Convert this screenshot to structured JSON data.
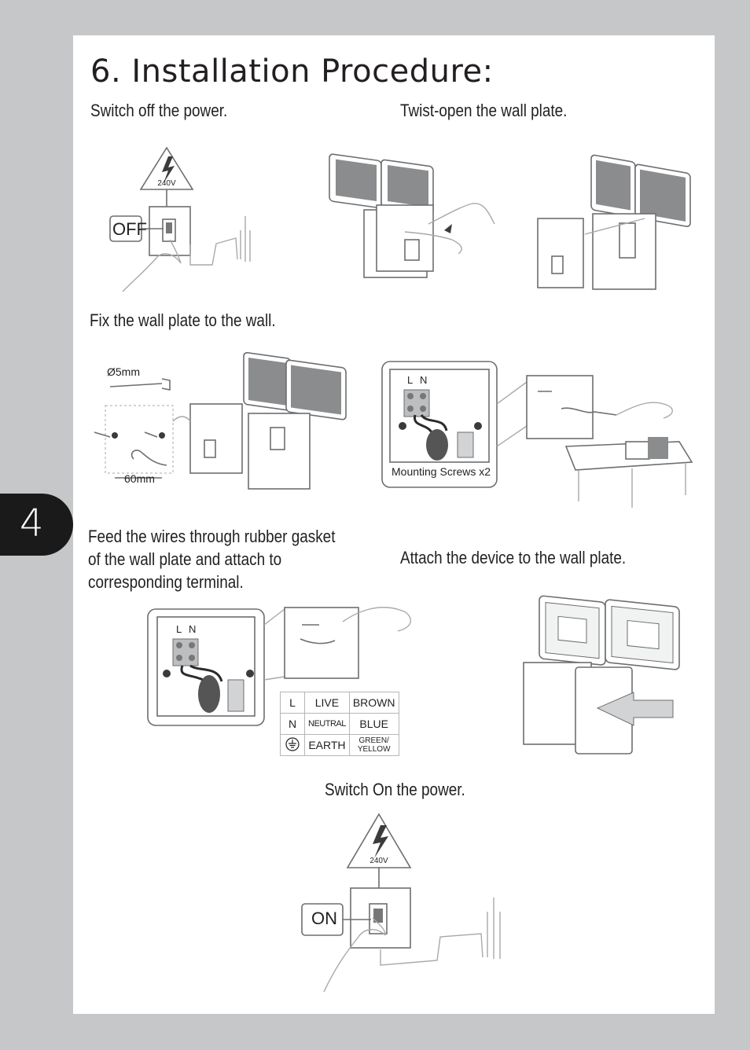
{
  "page": {
    "title": "6. Installation Procedure:",
    "page_number": "4"
  },
  "steps": {
    "switch_off": "Switch off the power.",
    "twist_open": "Twist-open the wall plate.",
    "fix_plate": "Fix the wall plate to the wall.",
    "feed_wires": [
      "Feed the wires through rubber gasket",
      "of the wall plate and attach to",
      "corresponding terminal."
    ],
    "attach_device": "Attach the device to the wall plate.",
    "switch_on": "Switch On the power."
  },
  "labels": {
    "voltage": "240V",
    "off": "OFF",
    "on": "ON",
    "drill_size": "Ø5mm",
    "hole_spacing": "60mm",
    "terminal_l": "L",
    "terminal_n": "N",
    "mounting_screws": "Mounting Screws x2"
  },
  "wiring_table": [
    {
      "terminal": "L",
      "name": "LIVE",
      "colour": "BROWN"
    },
    {
      "terminal": "N",
      "name": "NEUTRAL",
      "colour": "BLUE"
    },
    {
      "terminal": "earth-icon",
      "name": "EARTH",
      "colour": "GREEN/ YELLOW"
    }
  ]
}
